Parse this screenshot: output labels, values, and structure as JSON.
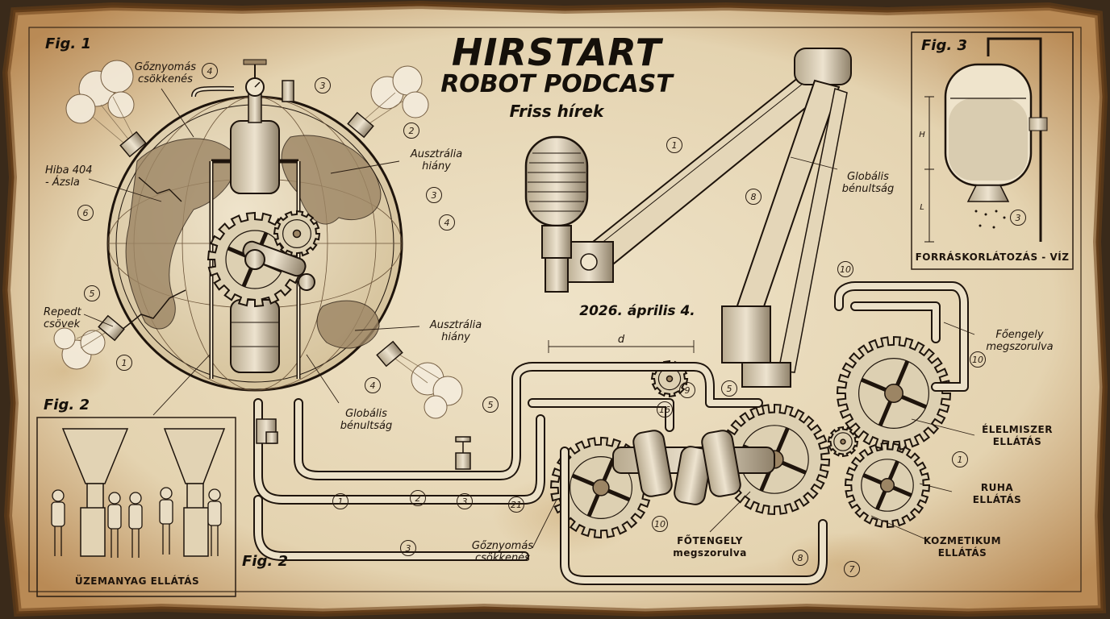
{
  "header": {
    "title_line1": "HIRSTART",
    "title_line2": "ROBOT PODCAST",
    "subtitle": "Friss hírek",
    "date": "2026. április 4."
  },
  "figures": {
    "fig1": "Fig. 1",
    "fig2": "Fig. 2",
    "fig2b": "Fig. 2",
    "fig3": "Fig. 3"
  },
  "labels": {
    "goznyomas_top": "Gőznyomás\ncsökkenés",
    "hiba_404": "Hiba 404\n- Ázsla",
    "repedt_csovek": "Repedt\ncsövek",
    "ausztralia_top": "Ausztrália\nhiány",
    "ausztralia_bottom": "Ausztrália\nhiány",
    "globalis_left": "Globális\nbénultság",
    "globalis_right": "Globális\nbénultság",
    "forraskorlatozas": "FORRÁSKORLÁTOZÁS - VÍZ",
    "foengely_right": "Főengely\nmegszorulva",
    "elelmiszer": "ÉLELMISZER\nELLÁTÁS",
    "ruha": "RUHA\nELLÁTÁS",
    "kozmetikum": "KOZMETIKUM\nELLÁTÁS",
    "foengely_bottom": "FŐTENGELY\nmegszorulva",
    "goznyomas_bottom": "Gőznyomás\ncsökkenés",
    "uzemanyag": "ÜZEMANYAG ELLÁTÁS",
    "dim_d": "d",
    "dim_h": "H",
    "dim_l": "L"
  },
  "callouts": [
    "4",
    "3",
    "2",
    "3",
    "4",
    "6",
    "5",
    "1",
    "4",
    "1",
    "8",
    "10",
    "10",
    "1",
    "5",
    "9",
    "16",
    "5",
    "1",
    "2",
    "3",
    "3",
    "21",
    "10",
    "8",
    "7",
    "3"
  ],
  "colors": {
    "paper": "#e9dcbf",
    "paper_edge": "#8a5a2b",
    "ink": "#1e140c",
    "burn": "#3b2612"
  },
  "icons": {
    "microphone": "microphone-icon",
    "globe": "globe-icon",
    "gear": "gear-icon",
    "funnel": "funnel-icon",
    "tank": "water-tank-icon"
  }
}
